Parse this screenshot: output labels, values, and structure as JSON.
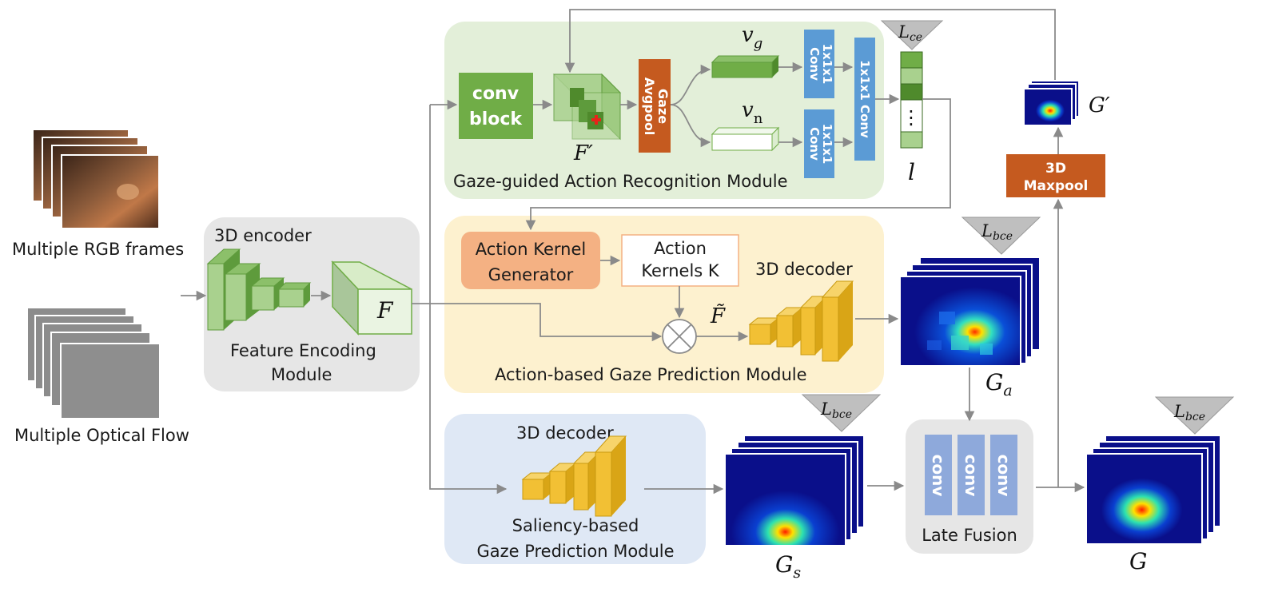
{
  "inputs": {
    "rgb_label": "Multiple RGB frames",
    "flow_label": "Multiple Optical Flow"
  },
  "feature_module": {
    "encoder_label": "3D encoder",
    "feature_symbol": "F",
    "module_label_line1": "Feature Encoding",
    "module_label_line2": "Module"
  },
  "gaze_action_module": {
    "conv_block_line1": "conv",
    "conv_block_line2": "block",
    "f_prime": "F′",
    "avgpool_line1": "Gaze",
    "avgpool_line2": "Avgpool",
    "vg": "v",
    "vg_sub": "g",
    "vn": "v",
    "vn_sub": "n",
    "conv1_line1": "1x1x1",
    "conv1_line2": "Conv",
    "conv2_line1": "1x1x1",
    "conv2_line2": "Conv",
    "conv3": "1x1x1 Conv",
    "logit_dots": "⋮",
    "logit_symbol": "l",
    "loss_ce": "L",
    "loss_ce_sub": "ce",
    "module_label": "Gaze-guided Action Recognition Module"
  },
  "action_gaze_module": {
    "kernel_gen_line1": "Action Kernel",
    "kernel_gen_line2": "Generator",
    "kernels_line1": "Action",
    "kernels_line2": "Kernels K",
    "decoder_label": "3D decoder",
    "f_tilde": "F̃",
    "module_label": "Action-based Gaze Prediction Module"
  },
  "saliency_module": {
    "decoder_label": "3D decoder",
    "module_label_line1": "Saliency-based",
    "module_label_line2": "Gaze Prediction Module"
  },
  "outputs": {
    "ga": "G",
    "ga_sub": "a",
    "gs": "G",
    "gs_sub": "s",
    "g": "G",
    "g_prime": "G′",
    "maxpool_line1": "3D",
    "maxpool_line2": "Maxpool",
    "loss_bce": "L",
    "loss_bce_sub": "bce"
  },
  "late_fusion": {
    "conv_labels": [
      "conv",
      "conv",
      "conv"
    ],
    "module_label": "Late Fusion"
  },
  "colors": {
    "green_panel": "#e3efd9",
    "yellow_panel": "#fdf1cf",
    "blue_panel": "#dfe8f5",
    "gray_panel": "#e6e6e6",
    "green_block": "#70ad47",
    "orange_block": "#c55a1f",
    "blue_conv": "#5b9bd5",
    "fusion_conv": "#8ea9db",
    "decoder_yellow": "#f2c034",
    "kernel_orange": "#f4b183",
    "heatmap_dark": "#0a0f8a"
  }
}
